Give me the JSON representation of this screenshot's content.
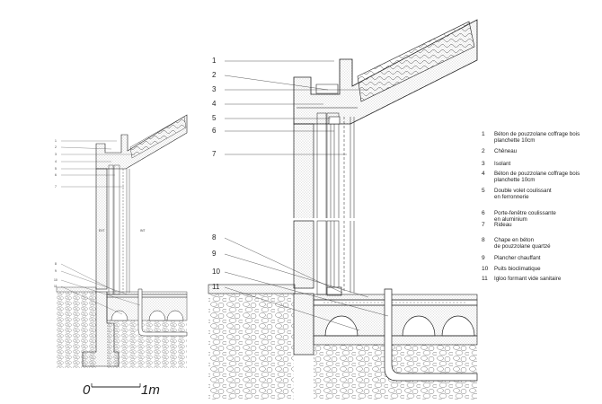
{
  "labels": {
    "ext": "EXT",
    "int": "INT"
  },
  "scale": {
    "zero": "0",
    "one": "1m"
  },
  "legend": [
    {
      "num": "1",
      "text": "Béton de pouzzolane coffrage bois\nplanchette 10cm"
    },
    {
      "num": "2",
      "text": "Chêneau"
    },
    {
      "num": "3",
      "text": "Isolant"
    },
    {
      "num": "4",
      "text": "Béton de pouzzolane coffrage bois\nplanchette 10cm"
    },
    {
      "num": "5",
      "text": "Double volet coulissant\nen ferronnerie"
    },
    {
      "num": "6",
      "text": "Porte-fenêtre coulissante\nen aluminium"
    },
    {
      "num": "7",
      "text": "Rideau"
    },
    {
      "num": "8",
      "text": "Chape en béton\nde pouzzolane quartzé"
    },
    {
      "num": "9",
      "text": "Plancher chauffant"
    },
    {
      "num": "10",
      "text": "Puits bioclimatique"
    },
    {
      "num": "11",
      "text": "Igloo formant vide sanitaire"
    }
  ],
  "callouts_large": [
    "1",
    "2",
    "3",
    "4",
    "5",
    "6",
    "7",
    "8",
    "9",
    "10",
    "11"
  ],
  "callouts_small": [
    "1",
    "2",
    "3",
    "4",
    "5",
    "6",
    "7",
    "8",
    "9",
    "10",
    "11"
  ]
}
